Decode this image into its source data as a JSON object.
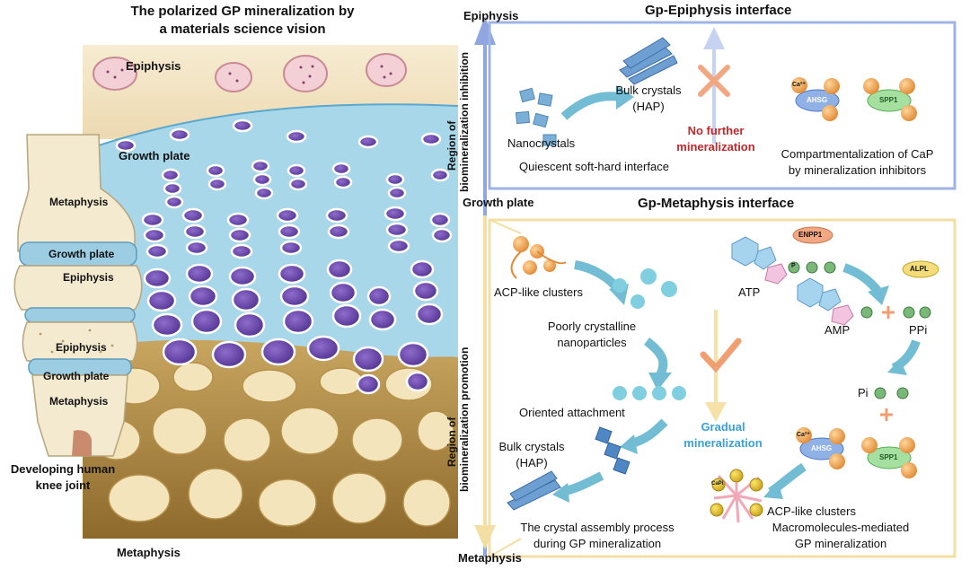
{
  "left_panel": {
    "title_line1": "The polarized GP mineralization by",
    "title_line2": "a materials science vision",
    "epiphysis_top": "Epiphysis",
    "growth_plate": "Growth plate",
    "metaphysis_bottom": "Metaphysis"
  },
  "knee": {
    "metaphysis_upper": "Metaphysis",
    "growth_plate_upper": "Growth plate",
    "epiphysis_upper": "Epiphysis",
    "epiphysis_lower": "Epiphysis",
    "growth_plate_lower": "Growth plate",
    "metaphysis_lower": "Metaphysis",
    "caption_line1": "Developing human",
    "caption_line2": "knee joint"
  },
  "axis": {
    "top_label": "Epiphysis",
    "middle_label": "Growth plate",
    "bottom_label": "Metaphysis",
    "inhibition_line1": "Region of",
    "inhibition_line2": "biomineralization inhibition",
    "promotion_line1": "Region of",
    "promotion_line2": "biomineralization promotion"
  },
  "epiphysis_interface": {
    "title": "Gp-Epiphysis interface",
    "nanocrystals": "Nanocrystals",
    "bulk_line1": "Bulk crystals",
    "bulk_line2": "(HAP)",
    "no_further_line1": "No further",
    "no_further_line2": "mineralization",
    "quiescent": "Quiescent soft-hard interface",
    "compart_line1": "Compartmentalization of CaP",
    "compart_line2": "by mineralization inhibitors",
    "ahsg": "AHSG",
    "spp1": "SPP1",
    "ca": "Ca²⁺"
  },
  "metaphysis_interface": {
    "title": "Gp-Metaphysis interface",
    "acp_clusters": "ACP-like clusters",
    "poorly_line1": "Poorly crystalline",
    "poorly_line2": "nanoparticles",
    "oriented": "Oriented attachment",
    "bulk_line1": "Bulk crystals",
    "bulk_line2": "(HAP)",
    "assembly_line1": "The crystal assembly process",
    "assembly_line2": "during GP mineralization",
    "gradual_line1": "Gradual",
    "gradual_line2": "mineralization",
    "atp": "ATP",
    "enpp1": "ENPP1",
    "alpl": "ALPL",
    "amp": "AMP",
    "ppi": "PPi",
    "pi": "Pi",
    "p": "P",
    "ahsg": "AHSG",
    "spp1": "SPP1",
    "ca": "Ca²⁺",
    "cap": "CaPi",
    "acp_clusters2": "ACP-like clusters",
    "macro_line1": "Macromolecules-mediated",
    "macro_line2": "GP mineralization"
  },
  "colors": {
    "growth_plate_blue": "#a9d7ea",
    "bone_tan": "#e8d7a6",
    "cell_purple": "#6a4aa8",
    "epi_frame": "#9eb3e6",
    "meta_frame": "#f3dfa3",
    "arrow_teal": "#72bcd4",
    "check_orange": "#f0a070"
  }
}
